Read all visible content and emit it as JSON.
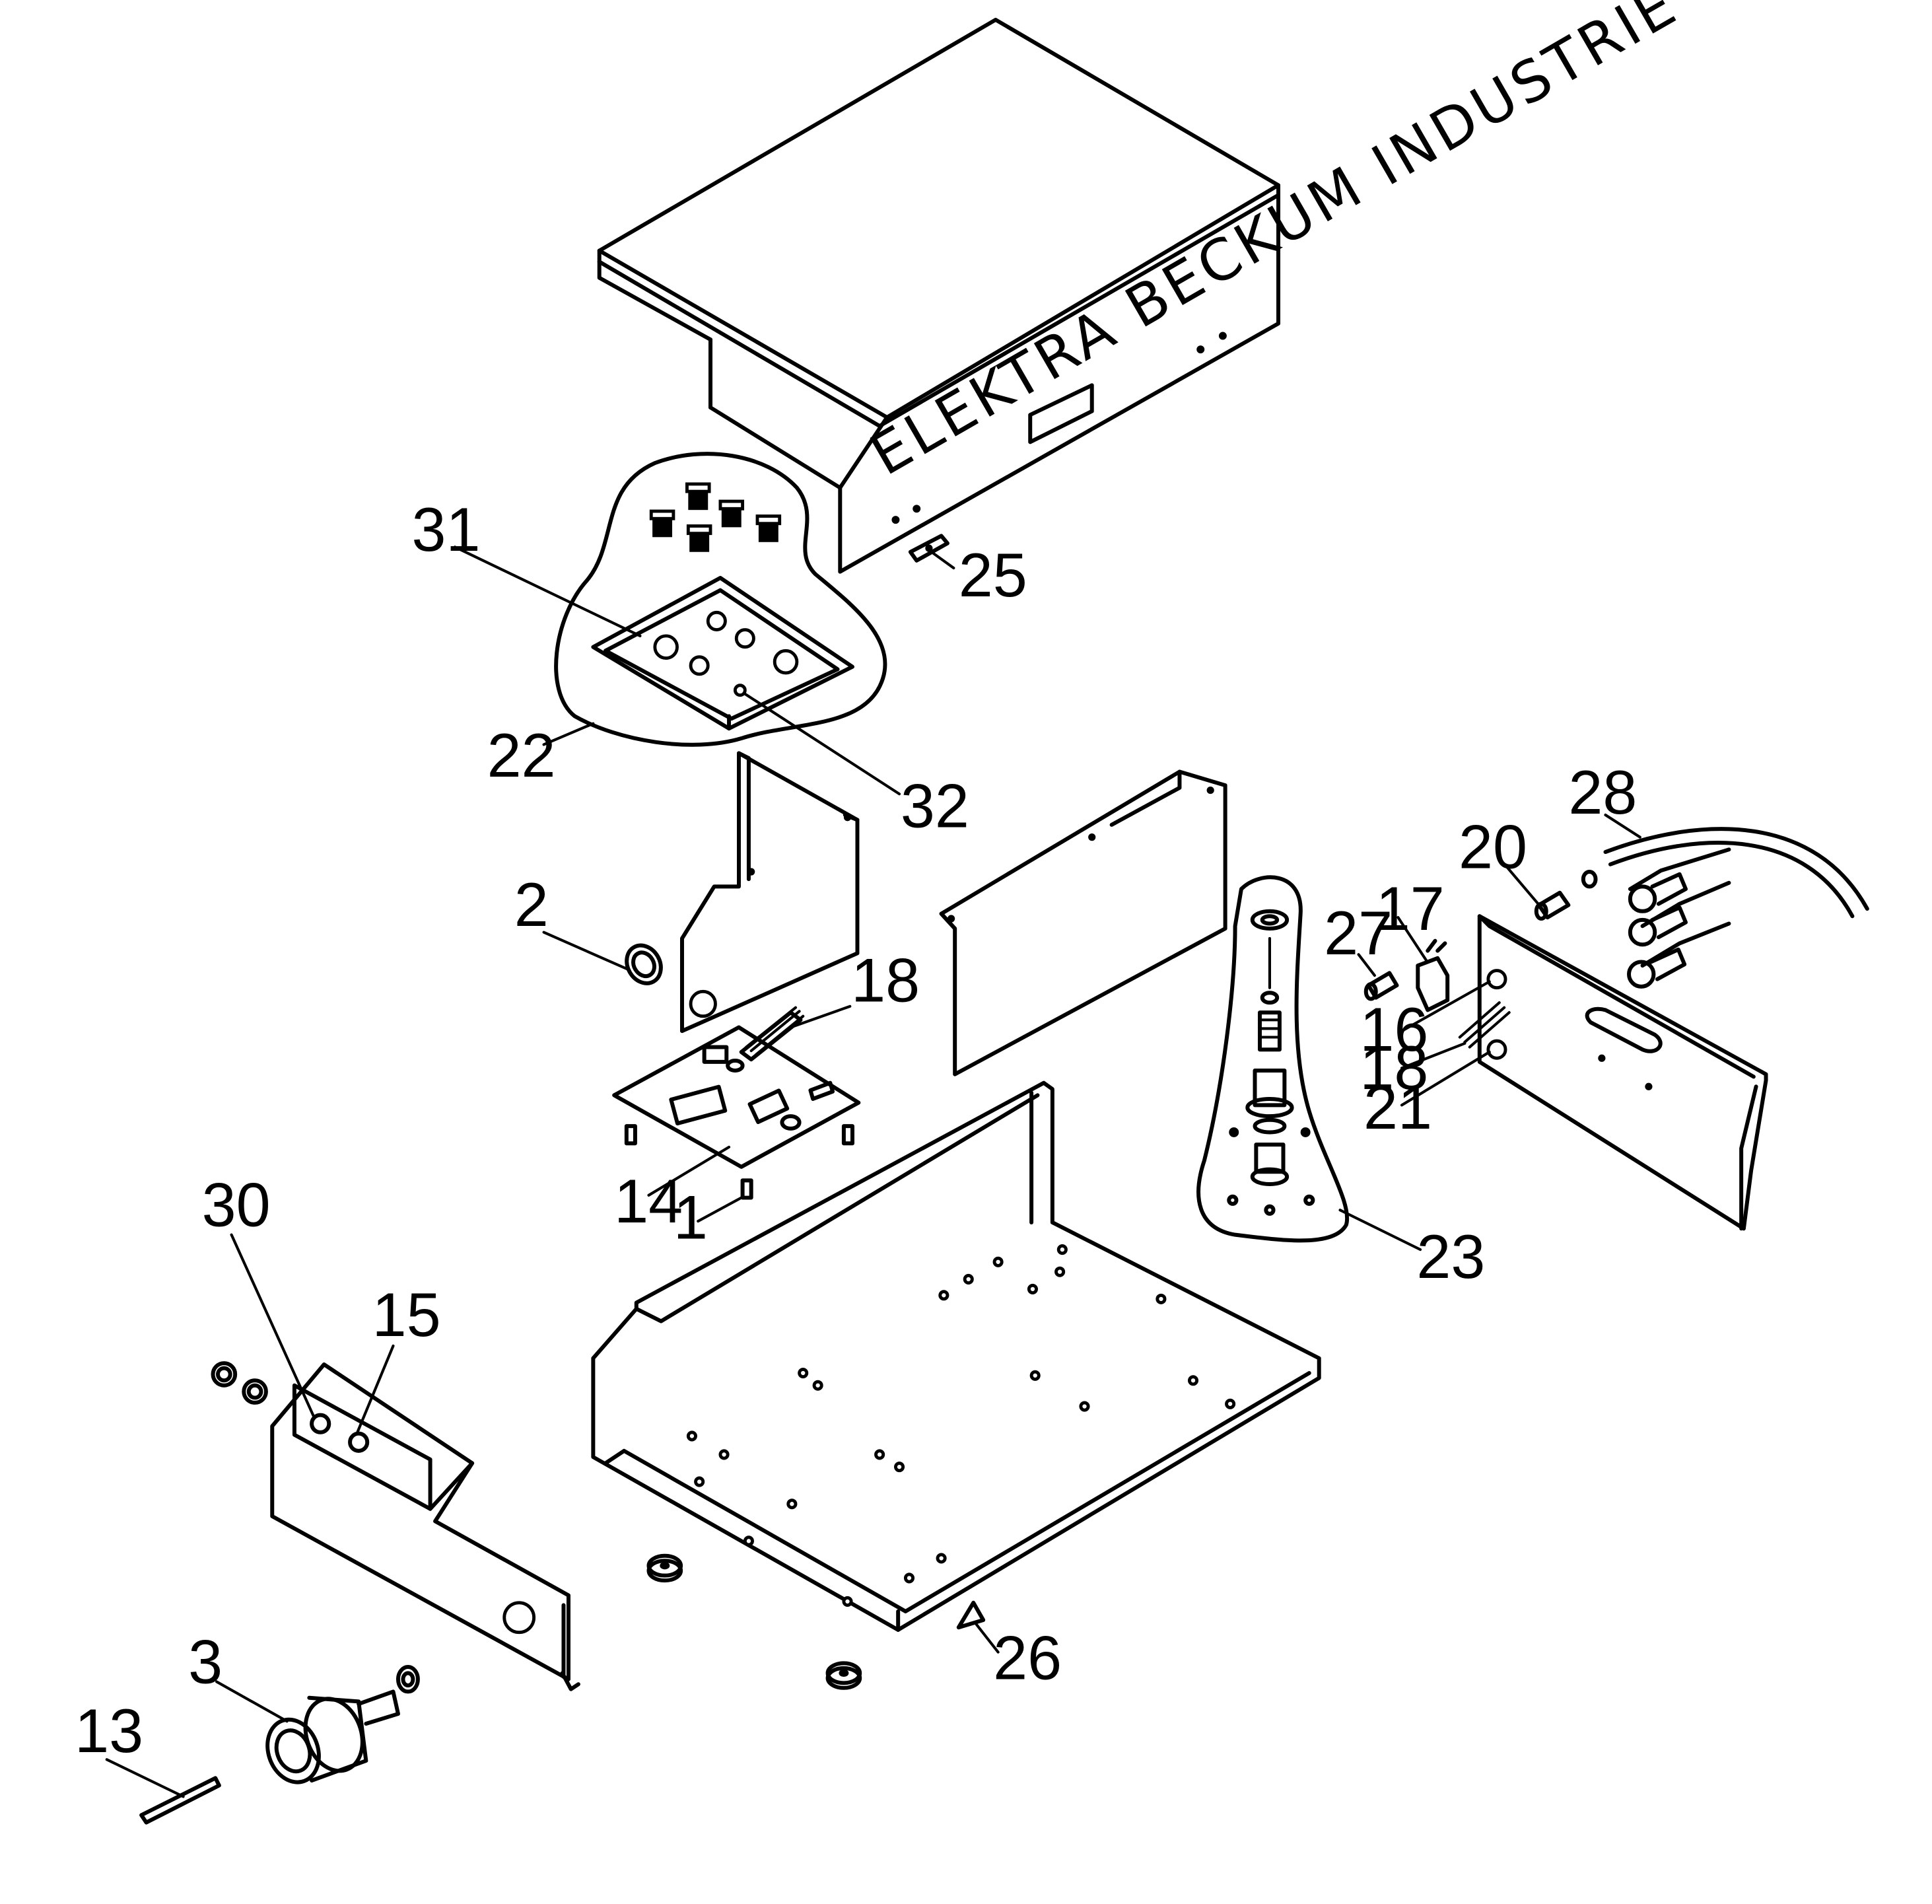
{
  "cover_text": "ELEKTRA BECKUM INDUSTRIE",
  "callouts": {
    "c1": "1",
    "c2": "2",
    "c3": "3",
    "c13": "13",
    "c14": "14",
    "c15": "15",
    "c16": "16",
    "c17": "17",
    "c18a": "18",
    "c18b": "18",
    "c20": "20",
    "c21": "21",
    "c22": "22",
    "c23": "23",
    "c25": "25",
    "c26": "26",
    "c27": "27",
    "c28": "28",
    "c30": "30",
    "c31": "31",
    "c32": "32"
  }
}
